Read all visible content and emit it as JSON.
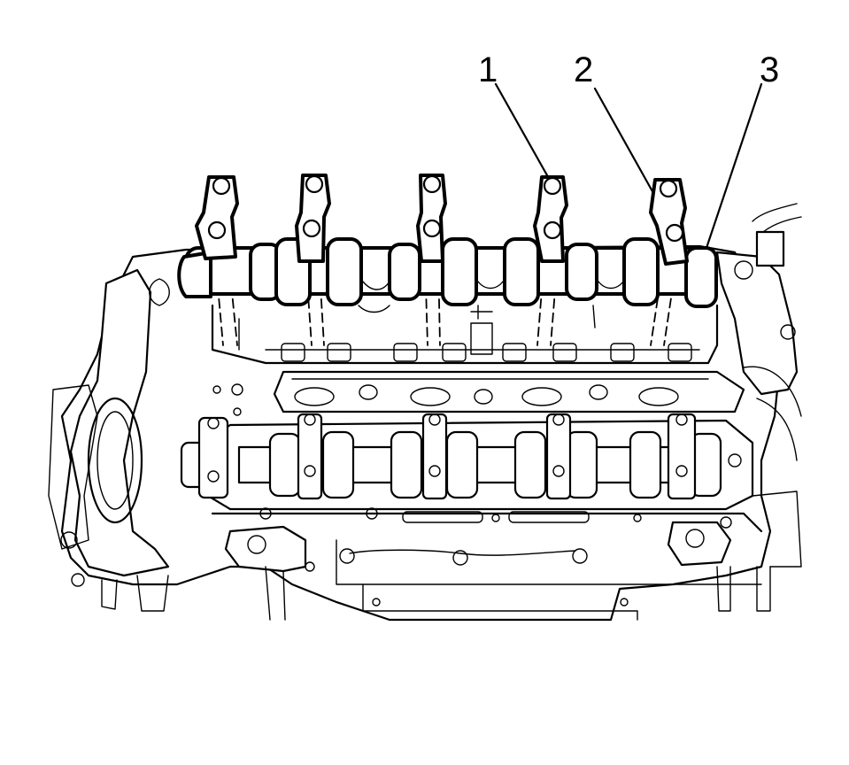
{
  "callouts": [
    {
      "label": "1",
      "part": "upper-camshaft-bearing-cap"
    },
    {
      "label": "2",
      "part": "end-camshaft-bearing-cap"
    },
    {
      "label": "3",
      "part": "intake-camshaft"
    }
  ]
}
